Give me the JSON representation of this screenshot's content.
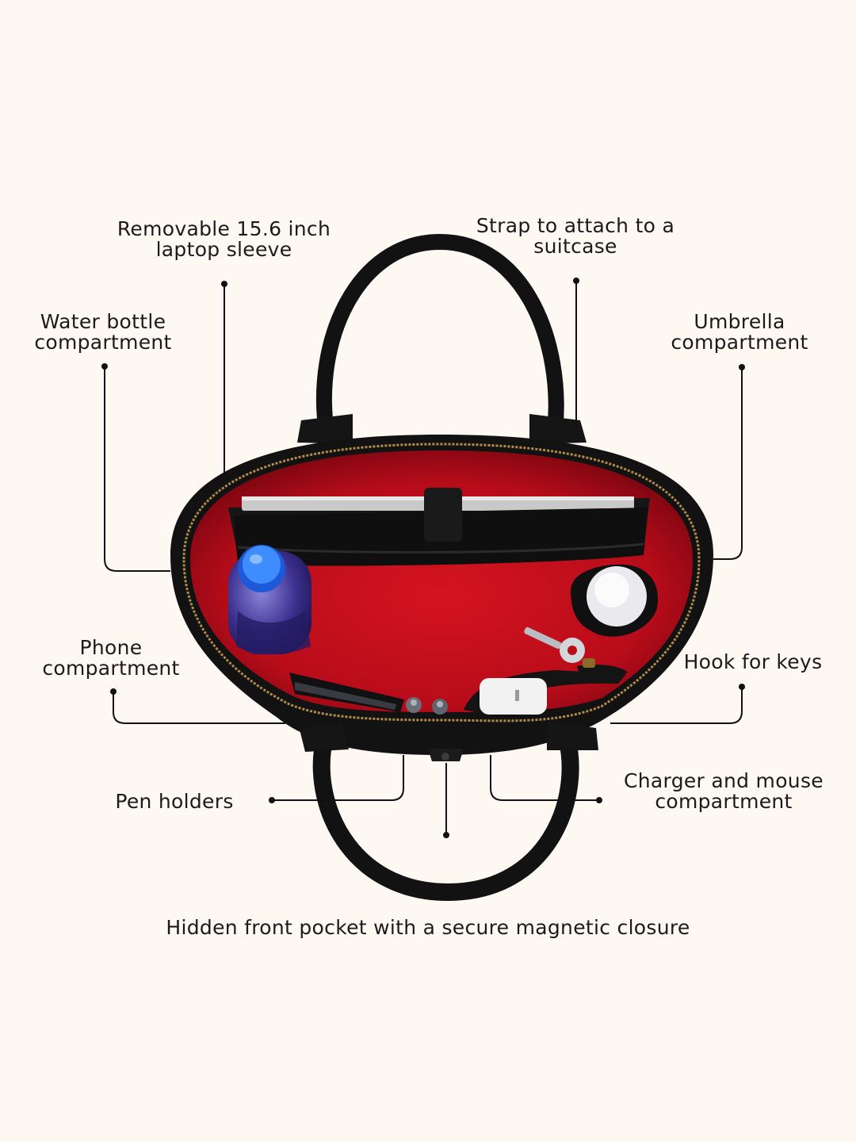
{
  "callouts": {
    "laptop_sleeve": [
      "Removable 15.6 inch",
      "laptop sleeve"
    ],
    "suitcase_strap": [
      "Strap to attach to a",
      "suitcase"
    ],
    "water_bottle": [
      "Water bottle",
      "compartment"
    ],
    "umbrella": [
      "Umbrella",
      "compartment"
    ],
    "phone": [
      "Phone",
      "compartment"
    ],
    "keys": [
      "Hook for keys"
    ],
    "pens": [
      "Pen holders"
    ],
    "charger": [
      "Charger and mouse",
      "compartment"
    ],
    "front_pocket": [
      "Hidden front pocket with a secure magnetic closure"
    ]
  },
  "colors": {
    "background": "#fdf8f2",
    "leather": "#111111",
    "lining": "#c40f1f",
    "leader_line": "#111111"
  },
  "icons": {
    "bag": "leather-tote-bag-open-top-view",
    "bottle": "water-bottle",
    "umbrella": "folded-umbrella",
    "keys": "keys",
    "charger": "charger-adapter"
  }
}
